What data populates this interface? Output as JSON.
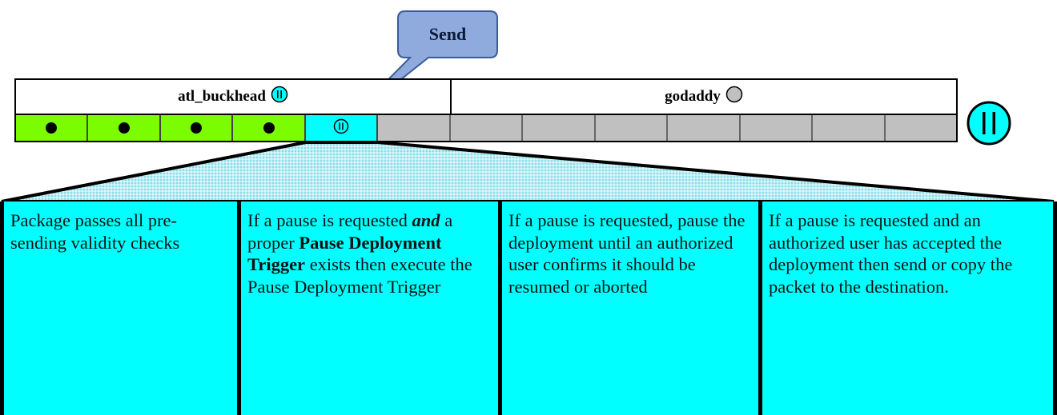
{
  "callout": {
    "label": "Send"
  },
  "servers": [
    {
      "name": "atl_buckhead",
      "status_icon": "pause-circle-icon",
      "status_color": "#00ffff"
    },
    {
      "name": "godaddy",
      "status_icon": "empty-circle-icon",
      "status_color": "#c0c0c0"
    }
  ],
  "steps": [
    {
      "state": "done",
      "icon": "dot"
    },
    {
      "state": "done",
      "icon": "dot"
    },
    {
      "state": "done",
      "icon": "dot"
    },
    {
      "state": "done",
      "icon": "dot"
    },
    {
      "state": "active",
      "icon": "pause-circle-icon"
    },
    {
      "state": "pending",
      "icon": ""
    },
    {
      "state": "pending",
      "icon": ""
    },
    {
      "state": "pending",
      "icon": ""
    },
    {
      "state": "pending",
      "icon": ""
    },
    {
      "state": "pending",
      "icon": ""
    },
    {
      "state": "pending",
      "icon": ""
    },
    {
      "state": "pending",
      "icon": ""
    },
    {
      "state": "pending",
      "icon": ""
    }
  ],
  "overall_status_icon": "pause-circle-icon",
  "colors": {
    "done": "#7cfc00",
    "active": "#00ffff",
    "pending": "#c0c0c0",
    "callout": "#8faadc"
  },
  "panels": [
    {
      "p1": "Package passes all pre-sending validity checks"
    },
    {
      "p1": "If a pause is requested ",
      "and": "and",
      "p2": " a proper ",
      "bold": "Pause Deployment Trigger",
      "p3": " exists then execute the Pause Deployment Trigger"
    },
    {
      "p1": "If a pause is requested, pause the deployment until an authorized user confirms it should be resumed or aborted"
    },
    {
      "p1": "If a pause is requested and an authorized user has accepted the deployment then send or copy the packet to the destination."
    }
  ]
}
